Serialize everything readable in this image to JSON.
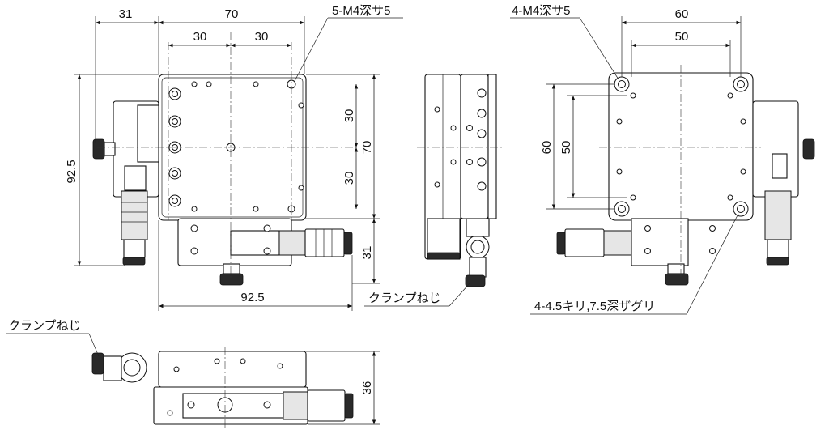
{
  "top_view": {
    "dim_width_left": "31",
    "dim_width_top": "70",
    "dim_holes_left": "30",
    "dim_holes_right": "30",
    "dim_height_total": "92.5",
    "dim_hole_pitch_upper": "30",
    "dim_hole_pitch_lower": "30",
    "dim_table_height": "70",
    "dim_knob_offset": "31",
    "dim_width_bottom": "92.5",
    "callout_tapped_holes": "5-M4深サ5"
  },
  "side_view": {
    "callout_clamp_screw": "クランプねじ"
  },
  "bottom_view": {
    "dim_width_top": "60",
    "dim_width_inner": "50",
    "dim_height_outer": "60",
    "dim_height_inner": "50",
    "callout_tapped_holes": "4-M4深サ5",
    "callout_counterbore": "4-4.5キリ,7.5深ザグリ"
  },
  "front_view": {
    "callout_clamp_screw": "クランプねじ",
    "dim_height": "36"
  }
}
